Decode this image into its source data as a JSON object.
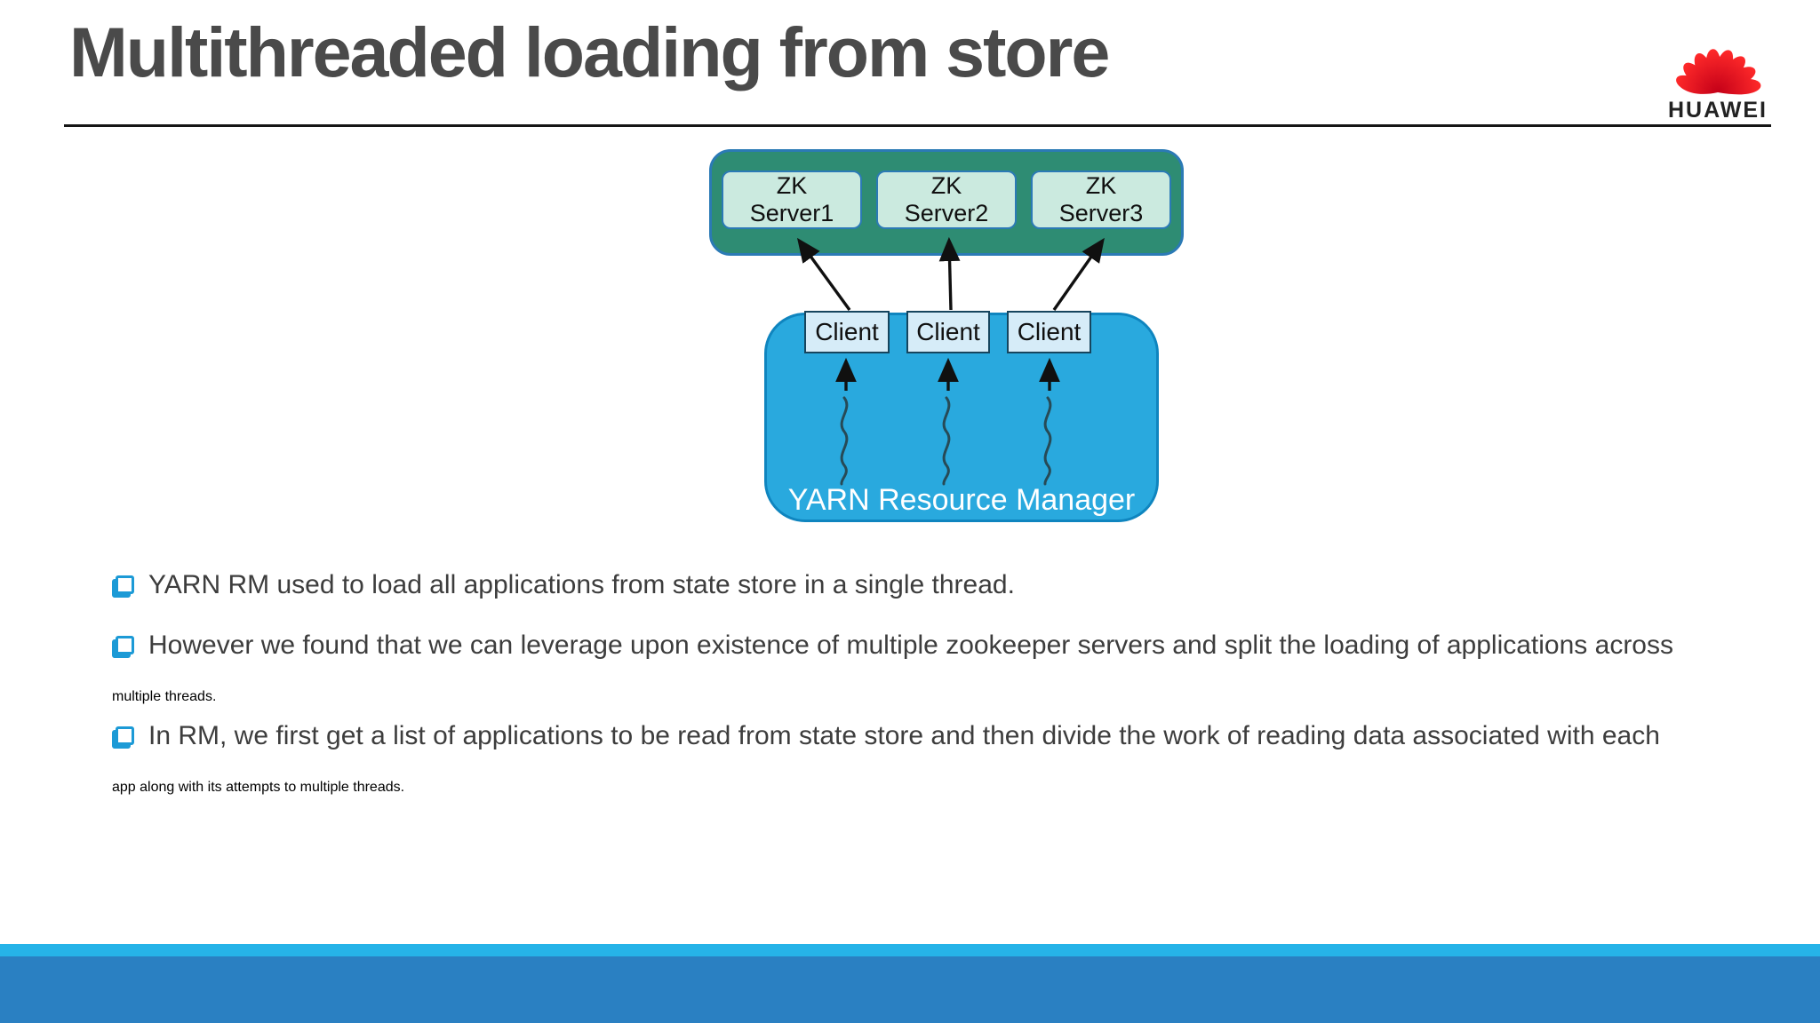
{
  "title": "Multithreaded loading from store",
  "logo": {
    "text": "HUAWEI"
  },
  "diagram": {
    "zk_servers": [
      {
        "line1": "ZK",
        "line2": "Server1"
      },
      {
        "line1": "ZK",
        "line2": "Server2"
      },
      {
        "line1": "ZK",
        "line2": "Server3"
      }
    ],
    "clients": [
      "Client",
      "Client",
      "Client"
    ],
    "yarn_label": "YARN Resource Manager"
  },
  "bullets": [
    {
      "lines": [
        "YARN RM used to load all applications from state store in a single thread."
      ]
    },
    {
      "lines": [
        "However we found that we can leverage upon existence of multiple zookeeper servers and split the loading of applications across",
        "multiple threads."
      ]
    },
    {
      "lines": [
        "In RM, we first get a list of applications to be read from state store and then divide the work of reading data associated with each",
        "app along with its attempts to multiple threads."
      ]
    }
  ],
  "colors": {
    "title_text": "#4a4a4a",
    "body_text": "#3d3d3d",
    "bullet_square": "#1C9AD6",
    "zk_group_fill": "#2E8C73",
    "zk_group_border": "#2B7AB5",
    "zk_box_fill": "#CBEADF",
    "yarn_fill": "#29A9DE",
    "yarn_border": "#0F85BF",
    "client_fill": "#D6ECF8",
    "footer_cyan": "#26B3E8",
    "footer_blue": "#2A80C2",
    "logo_red": "#E60012"
  }
}
